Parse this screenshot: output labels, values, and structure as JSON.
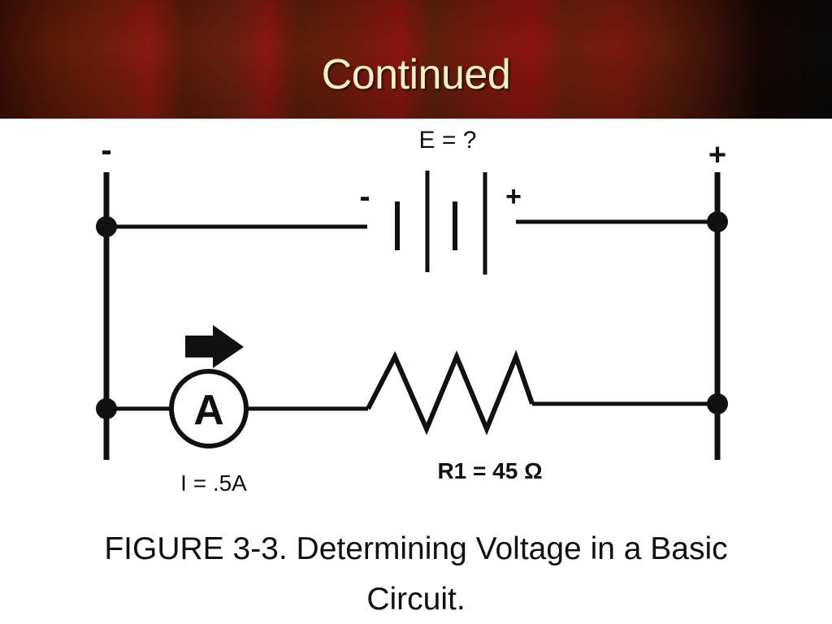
{
  "slide": {
    "title": "Continued"
  },
  "diagram": {
    "battery_label": "E = ?",
    "left_terminal": "-",
    "right_terminal": "+",
    "battery_neg": "-",
    "battery_pos": "+",
    "ammeter_symbol": "A",
    "current_label": "I = .5A",
    "resistor_label": "R1 = 45 Ω"
  },
  "caption": {
    "line1": "FIGURE 3-3.  Determining Voltage in a Basic",
    "line2": "Circuit."
  },
  "colors": {
    "title_text": "#fbf3c8",
    "title_bar": "#6e1e0a",
    "ink": "#111111"
  }
}
